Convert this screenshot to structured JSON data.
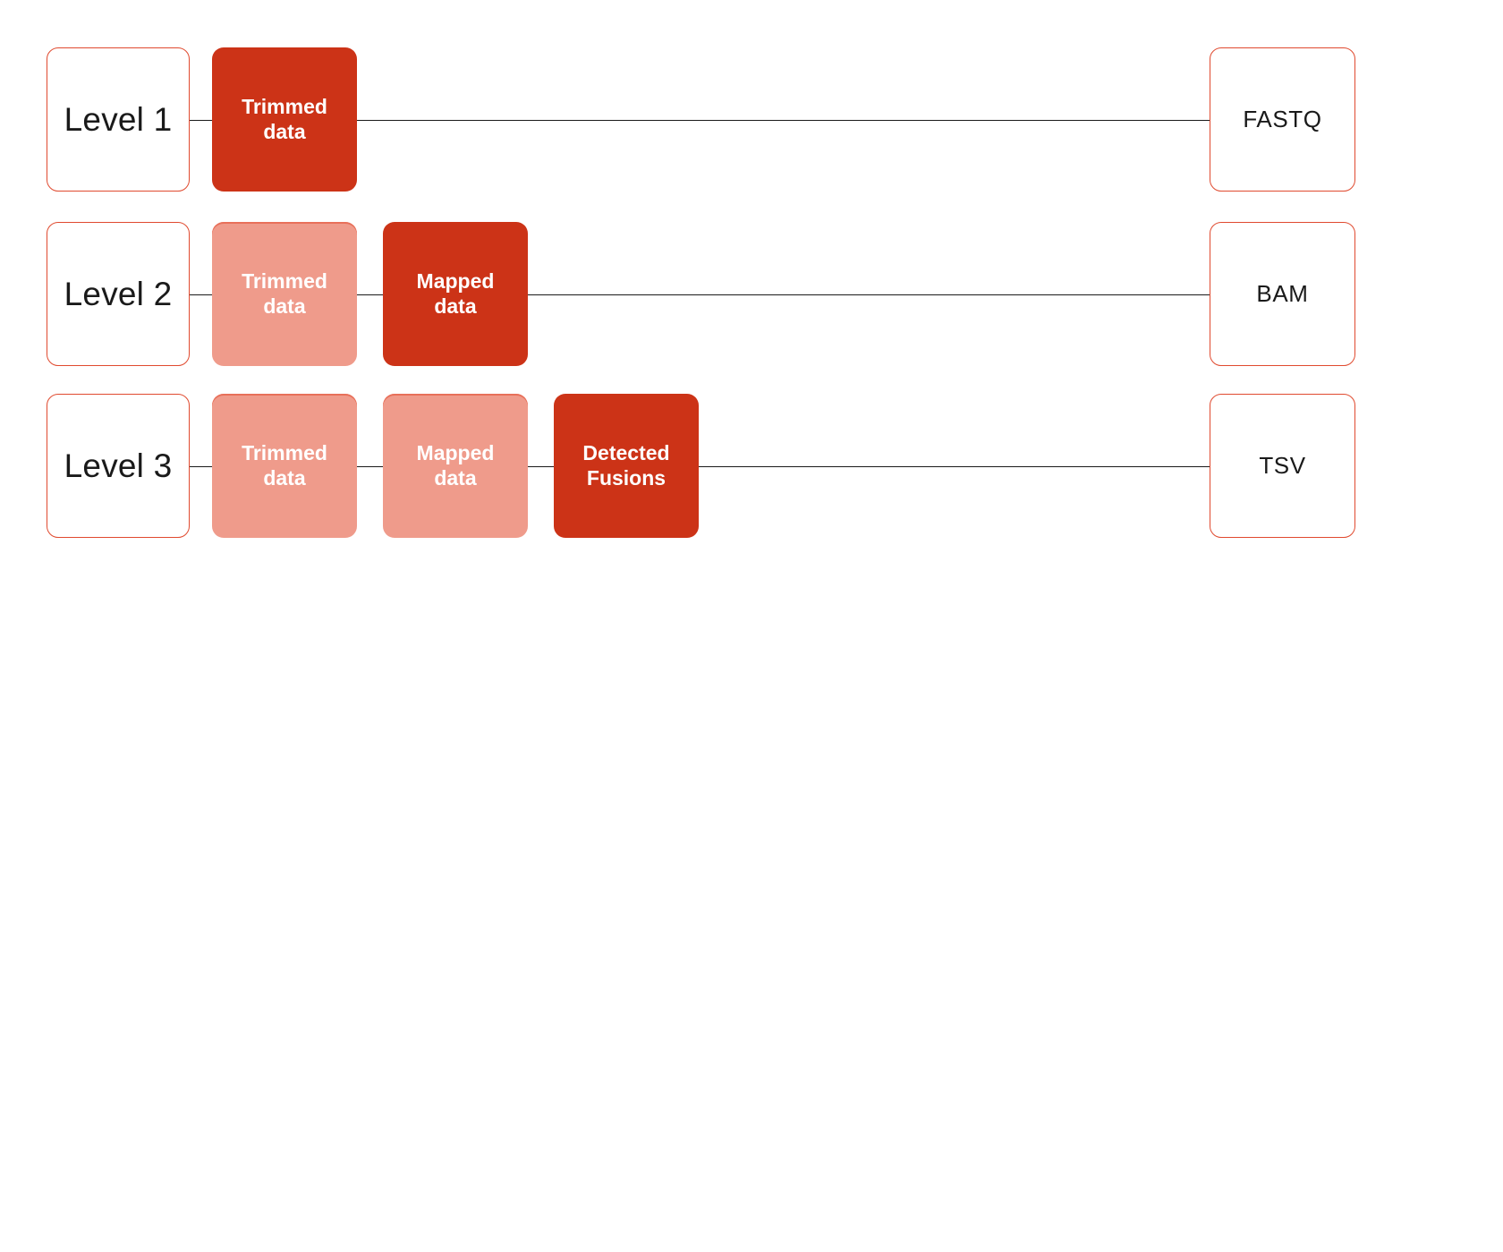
{
  "diagram": {
    "type": "pipeline-levels",
    "title": "",
    "colors": {
      "active_fill": "#cc3317",
      "faded_fill": "#ef9b8b",
      "faded_top_edge": "#e8705a",
      "box_border": "#e04a2f",
      "connector": "#1a1a1a",
      "background": "#ffffff",
      "active_text": "#ffffff",
      "plain_text": "#1a1a1a"
    },
    "rows": [
      {
        "level_label": "Level 1",
        "steps": [
          {
            "lines": [
              "Trimmed",
              "data"
            ],
            "state": "active"
          }
        ],
        "output_label": "FASTQ"
      },
      {
        "level_label": "Level 2",
        "steps": [
          {
            "lines": [
              "Trimmed",
              "data"
            ],
            "state": "faded"
          },
          {
            "lines": [
              "Mapped",
              "data"
            ],
            "state": "active"
          }
        ],
        "output_label": "BAM"
      },
      {
        "level_label": "Level 3",
        "steps": [
          {
            "lines": [
              "Trimmed",
              "data"
            ],
            "state": "faded"
          },
          {
            "lines": [
              "Mapped",
              "data"
            ],
            "state": "faded"
          },
          {
            "lines": [
              "Detected",
              "Fusions"
            ],
            "state": "active"
          }
        ],
        "output_label": "TSV"
      }
    ]
  }
}
